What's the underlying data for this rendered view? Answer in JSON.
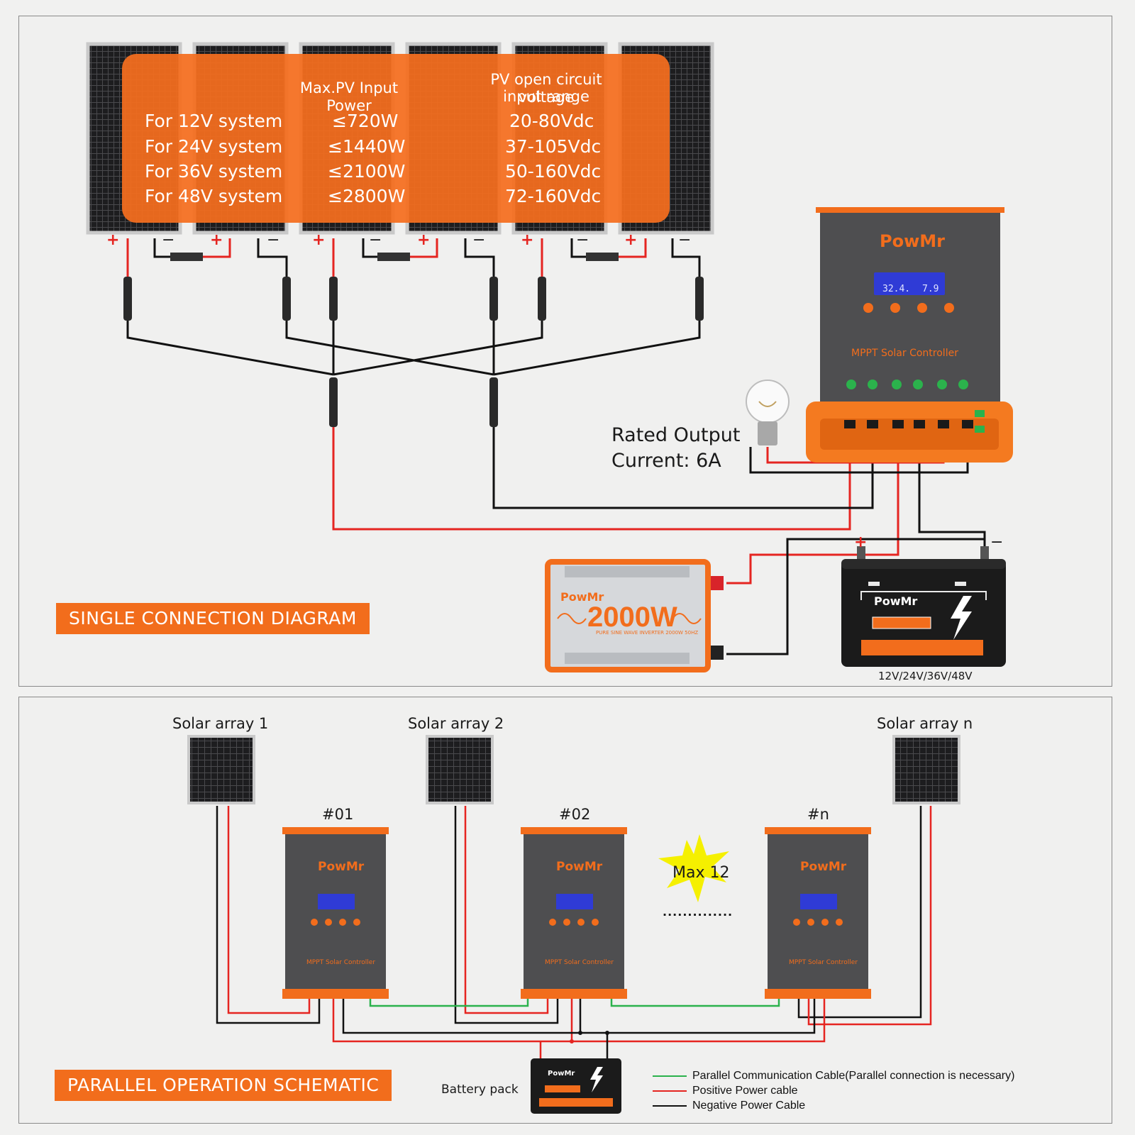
{
  "spec_table": {
    "header_power": "Max.PV Input Power",
    "header_voltage_line1": "PV open circuit voltage",
    "header_voltage_line2": "input range",
    "rows": [
      {
        "system": "For 12V system",
        "power": "≤720W",
        "voltage": "20-80Vdc"
      },
      {
        "system": "For 24V system",
        "power": "≤1440W",
        "voltage": "37-105Vdc"
      },
      {
        "system": "For 36V system",
        "power": "≤2100W",
        "voltage": "50-160Vdc"
      },
      {
        "system": "For 48V system",
        "power": "≤2800W",
        "voltage": "72-160Vdc"
      }
    ]
  },
  "single": {
    "title": "SINGLE CONNECTION DIAGRAM",
    "rated_output_line1": "Rated Output",
    "rated_output_line2": "Current: 6A",
    "controller_brand": "PowMr",
    "controller_label": "MPPT Solar Controller",
    "lcd_left": "32.4.",
    "lcd_right": "7.9",
    "inverter_brand": "PowMr",
    "inverter_power": "2000W",
    "inverter_sub": "PURE SINE WAVE INVERTER 2000W 50HZ",
    "battery_brand": "PowMr",
    "battery_voltage": "12V/24V/36V/48V",
    "plus_sign": "+",
    "minus_sign": "−"
  },
  "parallel": {
    "title": "PARALLEL OPERATION SCHEMATIC",
    "arrays": [
      "Solar array 1",
      "Solar array 2",
      "Solar array n"
    ],
    "controllers": [
      "#01",
      "#02",
      "#n"
    ],
    "max_label": "Max 12",
    "dots": "..............",
    "battery_label": "Battery pack",
    "legend": [
      {
        "label": "Parallel Communication Cable(Parallel connection is necessary)",
        "color": "#2bb24c"
      },
      {
        "label": "Positive Power cable",
        "color": "#e52521"
      },
      {
        "label": "Negative Power Cable",
        "color": "#111111"
      }
    ]
  },
  "colors": {
    "accent": "#f26d1c",
    "controller_body": "#4e4e50",
    "lcd": "#2f3bd6",
    "positive": "#e52521",
    "negative": "#111111",
    "comm": "#2bb24c"
  }
}
